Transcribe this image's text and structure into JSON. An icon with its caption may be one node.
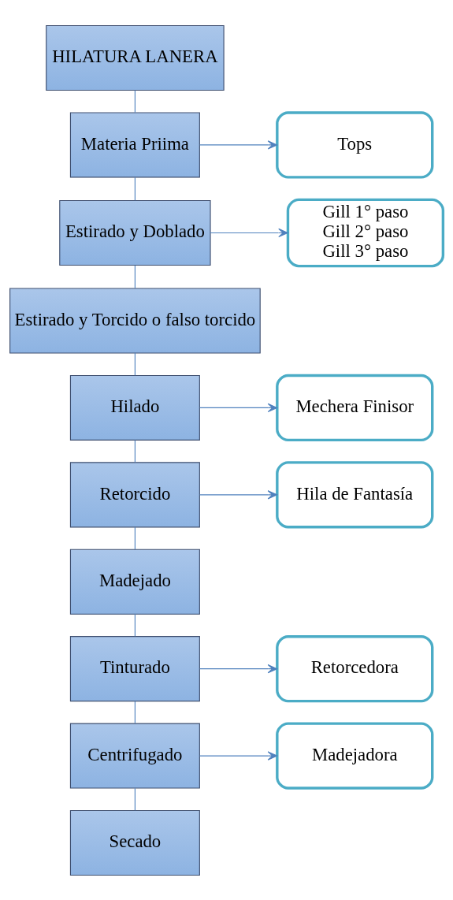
{
  "diagram": {
    "nodes": [
      {
        "text": [
          "HILATURA LANERA"
        ]
      },
      {
        "text": [
          "Materia Priima"
        ]
      },
      {
        "text": [
          "Estirado y Doblado"
        ]
      },
      {
        "text": [
          "Estirado y Torcido o falso torcido"
        ]
      },
      {
        "text": [
          "Hilado"
        ]
      },
      {
        "text": [
          "Retorcido"
        ]
      },
      {
        "text": [
          "Madejado"
        ]
      },
      {
        "text": [
          "Tinturado"
        ]
      },
      {
        "text": [
          "Centrifugado"
        ]
      },
      {
        "text": [
          "Secado"
        ]
      },
      {
        "text": [
          "Tops"
        ]
      },
      {
        "text": [
          "Gill 1° paso",
          "Gill 2° paso",
          "Gill 3° paso"
        ]
      },
      {
        "text": [
          "Mechera Finisor"
        ]
      },
      {
        "text": [
          "Hila de Fantasía"
        ]
      },
      {
        "text": [
          "Retorcedora"
        ]
      },
      {
        "text": [
          "Madejadora"
        ]
      }
    ],
    "edges": [
      {
        "from": 0,
        "to": 1,
        "arrow": "none"
      },
      {
        "from": 1,
        "to": 2,
        "arrow": "none"
      },
      {
        "from": 2,
        "to": 3,
        "arrow": "none"
      },
      {
        "from": 3,
        "to": 4,
        "arrow": "none"
      },
      {
        "from": 4,
        "to": 5,
        "arrow": "none"
      },
      {
        "from": 5,
        "to": 6,
        "arrow": "none"
      },
      {
        "from": 6,
        "to": 7,
        "arrow": "none"
      },
      {
        "from": 7,
        "to": 8,
        "arrow": "none"
      },
      {
        "from": 8,
        "to": 9,
        "arrow": "none"
      },
      {
        "from": 1,
        "to": 10,
        "arrow": "to"
      },
      {
        "from": 2,
        "to": 11,
        "arrow": "to"
      },
      {
        "from": 4,
        "to": 12,
        "arrow": "to"
      },
      {
        "from": 5,
        "to": 13,
        "arrow": "to"
      },
      {
        "from": 7,
        "to": 14,
        "arrow": "to"
      },
      {
        "from": 8,
        "to": 15,
        "arrow": "to"
      }
    ]
  }
}
